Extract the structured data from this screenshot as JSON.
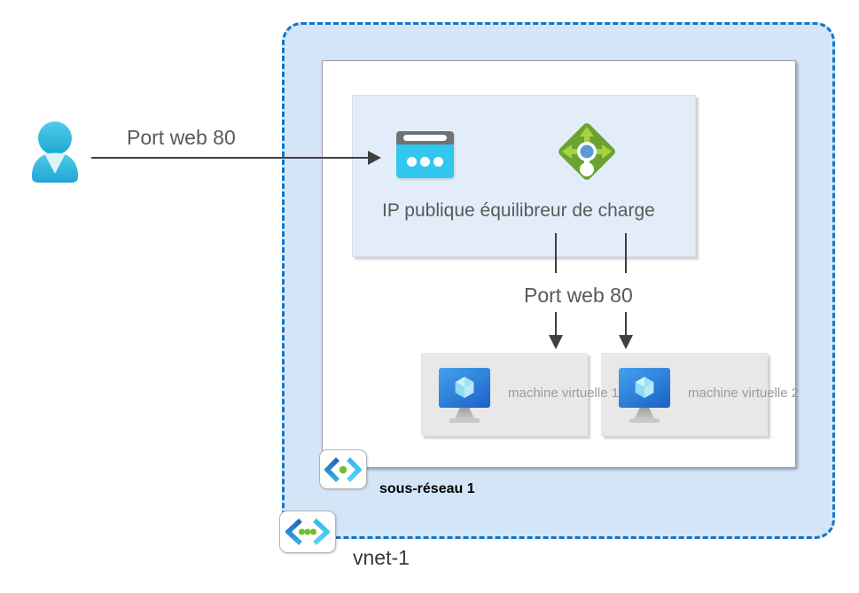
{
  "labels": {
    "user_arrow_port": "Port web 80",
    "load_balancer_ip": "IP publique équilibreur de charge",
    "lb_port": "Port web 80",
    "vm1": "machine virtuelle 1",
    "vm2": "machine virtuelle 2",
    "subnet": "sous-réseau 1",
    "vnet": "vnet-1"
  },
  "icons": {
    "user": "person-icon",
    "public_ip": "browser-window-icon",
    "load_balancer": "load-balancer-icon",
    "virtual_machine": "virtual-machine-icon",
    "subnet": "subnet-icon",
    "vnet": "virtual-network-icon"
  },
  "colors": {
    "vnet_border": "#1176c8",
    "vnet_fill": "#d5e5f8",
    "subnet_area_fill": "#ffffff",
    "lb_box_fill": "#e3edfa",
    "vm_box_fill": "#e8e8e8",
    "icon_cyan": "#32c7ee",
    "icon_green": "#6aa331",
    "arrow_gray": "#3f3f3f",
    "label_gray": "#595959",
    "vm_label_gray": "#9b9b9b"
  }
}
